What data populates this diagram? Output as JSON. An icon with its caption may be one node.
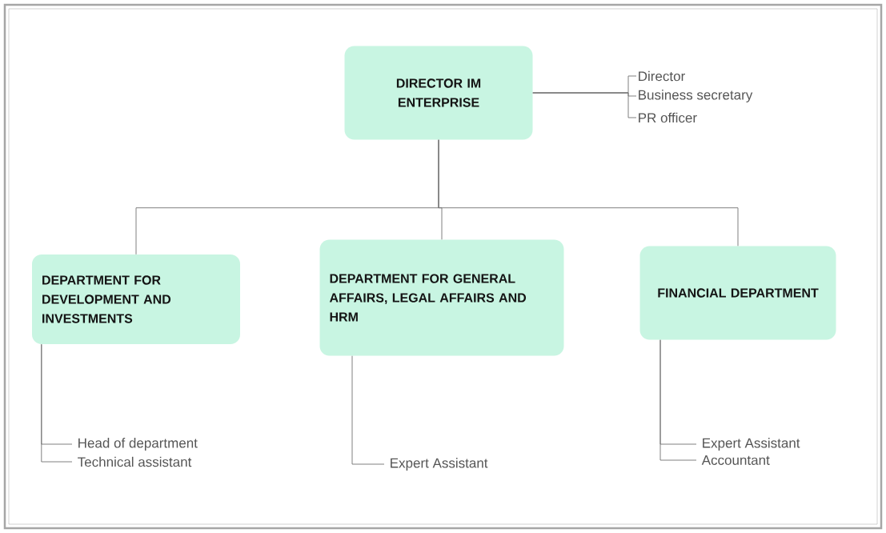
{
  "diagram": {
    "nodes": [
      {
        "text": [
          "DIRECTOR IM ENTERPRISE"
        ]
      },
      {
        "text": [
          "Director"
        ]
      },
      {
        "text": [
          "Business secretary"
        ]
      },
      {
        "text": [
          "PR officer"
        ]
      },
      {
        "text": [
          "DEPARTMENT FOR DEVELOPMENT AND INVESTMENTS"
        ]
      },
      {
        "text": [
          "DEPARTMENT FOR GENERAL AFFAIRS, LEGAL AFFAIRS AND HRM"
        ]
      },
      {
        "text": [
          "FINANCIAL DEPARTMENT"
        ]
      },
      {
        "text": [
          "Head of department"
        ]
      },
      {
        "text": [
          "Technical assistant"
        ]
      },
      {
        "text": [
          "Expert Assistant"
        ]
      },
      {
        "text": [
          "Expert Assistant"
        ]
      },
      {
        "text": [
          "Accountant"
        ]
      }
    ],
    "edges": [
      {
        "from": 0,
        "to": 1,
        "arrow": "none"
      },
      {
        "from": 0,
        "to": 2,
        "arrow": "none"
      },
      {
        "from": 0,
        "to": 3,
        "arrow": "none"
      },
      {
        "from": 0,
        "to": 4,
        "arrow": "none"
      },
      {
        "from": 0,
        "to": 5,
        "arrow": "none"
      },
      {
        "from": 0,
        "to": 6,
        "arrow": "none"
      },
      {
        "from": 4,
        "to": 7,
        "arrow": "none"
      },
      {
        "from": 4,
        "to": 8,
        "arrow": "none"
      },
      {
        "from": 5,
        "to": 9,
        "arrow": "none"
      },
      {
        "from": 6,
        "to": 10,
        "arrow": "none"
      },
      {
        "from": 6,
        "to": 11,
        "arrow": "none"
      }
    ]
  }
}
